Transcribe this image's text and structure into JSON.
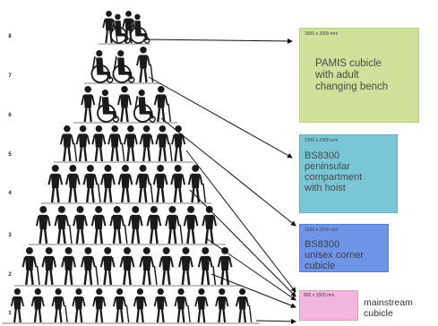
{
  "levels": [
    "8",
    "7",
    "6",
    "5",
    "4",
    "3",
    "2",
    "1"
  ],
  "level_people_counts": [
    4,
    3,
    5,
    8,
    9,
    10,
    11,
    12
  ],
  "figure_color": "#1a1a1a",
  "arrow_color": "#111111",
  "boxes": [
    {
      "id": "pamis",
      "dimensions": "3000 x 3000 mm",
      "description": "PAMIS cubicle\nwith adult\nchanging bench",
      "color": "#cfe19a"
    },
    {
      "id": "bs8300-peninsular",
      "dimensions": "2200 x 2400 mm",
      "description": "BS8300\npeninsular\ncompartment\nwith hoist",
      "color": "#79c6d6"
    },
    {
      "id": "bs8300-corner",
      "dimensions": "1500 x 2200 mm",
      "description": "BS8300\nunisex corner\ncubicle",
      "color": "#6f95e6"
    },
    {
      "id": "mainstream",
      "dimensions": "800 x 1500 mm",
      "description": "mainstream\ncubicle",
      "color": "#f3b6dc"
    }
  ],
  "arrows": [
    {
      "from_level": "8",
      "to": "pamis"
    },
    {
      "from_level": "7",
      "to": "bs8300-peninsular"
    },
    {
      "from_level": "6",
      "to": "bs8300-corner"
    },
    {
      "from_level": "5",
      "to": "mainstream"
    },
    {
      "from_level": "4",
      "to": "mainstream"
    },
    {
      "from_level": "3",
      "to": "mainstream"
    },
    {
      "from_level": "2",
      "to": "mainstream"
    },
    {
      "from_level": "1",
      "to": "mainstream"
    }
  ]
}
